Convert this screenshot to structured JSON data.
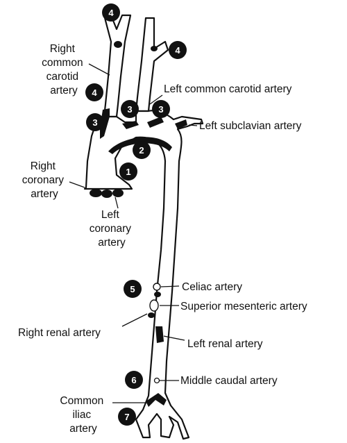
{
  "labels": {
    "right_common_carotid": [
      "Right",
      "common",
      "carotid",
      "artery"
    ],
    "left_common_carotid": "Left common carotid artery",
    "left_subclavian": "Left subclavian artery",
    "right_coronary": [
      "Right",
      "coronary",
      "artery"
    ],
    "left_coronary": [
      "Left",
      "coronary",
      "artery"
    ],
    "celiac": "Celiac artery",
    "superior_mesenteric": "Superior mesenteric artery",
    "right_renal": "Right renal artery",
    "left_renal": "Left renal artery",
    "middle_caudal": "Middle caudal artery",
    "common_iliac": [
      "Common",
      "iliac",
      "artery"
    ]
  },
  "markers": [
    "4",
    "4",
    "4",
    "3",
    "3",
    "3",
    "2",
    "1",
    "5",
    "6",
    "7"
  ],
  "colors": {
    "ink": "#111111",
    "background": "#ffffff"
  }
}
